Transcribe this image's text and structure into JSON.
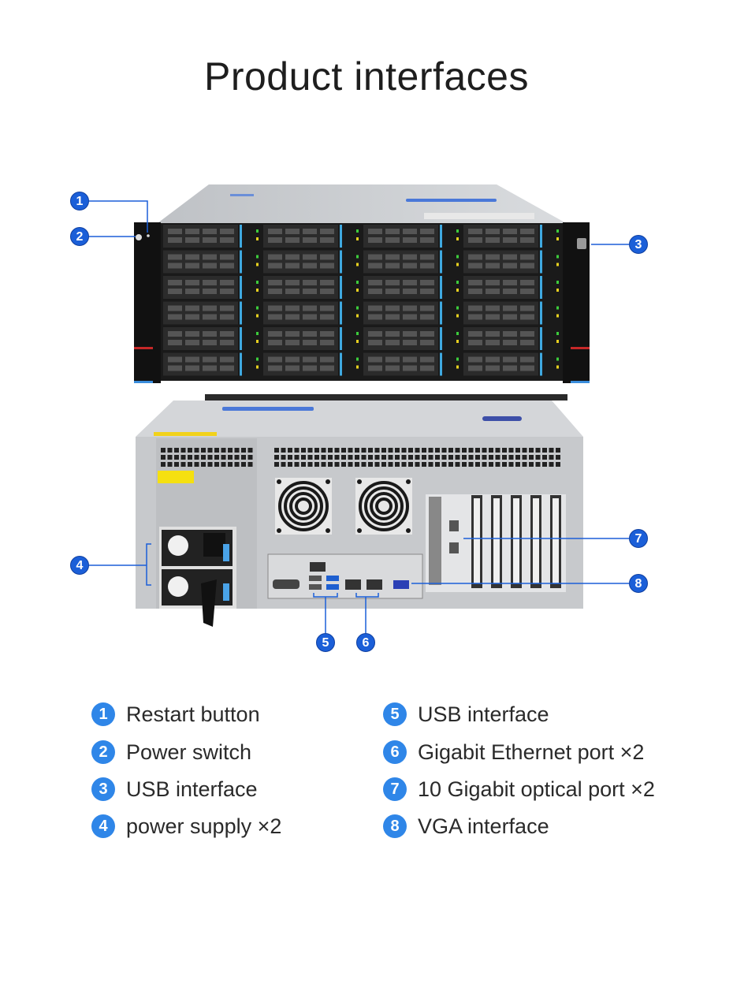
{
  "title": "Product interfaces",
  "colors": {
    "callout": "#1b5fd8",
    "legend_badge": "#2f86e8",
    "line": "#1b5fd8"
  },
  "callouts": [
    "1",
    "2",
    "3",
    "4",
    "5",
    "6",
    "7",
    "8"
  ],
  "legend": [
    {
      "num": "1",
      "label": "Restart button"
    },
    {
      "num": "2",
      "label": "Power switch"
    },
    {
      "num": "3",
      "label": "USB interface"
    },
    {
      "num": "4",
      "label": "power supply ×2"
    },
    {
      "num": "5",
      "label": "USB interface"
    },
    {
      "num": "6",
      "label": "Gigabit Ethernet port ×2"
    },
    {
      "num": "7",
      "label": "10 Gigabit optical port ×2"
    },
    {
      "num": "8",
      "label": "VGA interface"
    }
  ]
}
